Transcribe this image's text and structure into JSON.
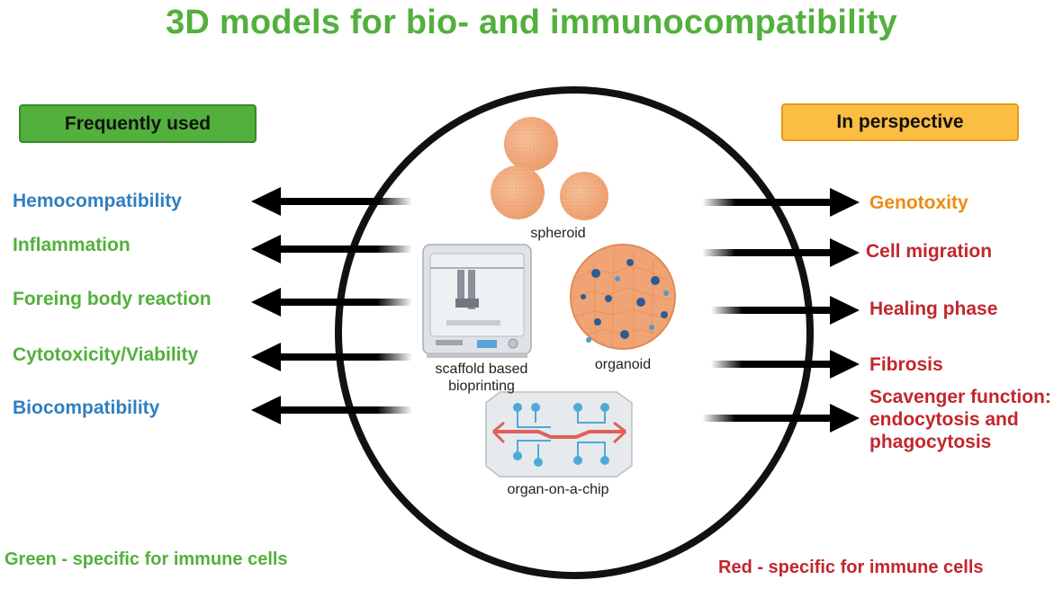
{
  "title": "3D models for bio- and immunocompatibility",
  "left_header": "Frequently used",
  "right_header": "In perspective",
  "left_items": [
    {
      "label": "Hemocompatibility",
      "color": "#2f7fc1"
    },
    {
      "label": "Inflammation",
      "color": "#52b03c"
    },
    {
      "label": "Foreing body reaction",
      "color": "#52b03c"
    },
    {
      "label": "Cytotoxicity/Viability",
      "color": "#52b03c"
    },
    {
      "label": "Biocompatibility",
      "color": "#2f7fc1"
    }
  ],
  "right_items": [
    {
      "label": "Genotoxity",
      "color": "#ee8a12"
    },
    {
      "label": "Cell migration",
      "color": "#c1272d"
    },
    {
      "label": "Healing phase",
      "color": "#c1272d"
    },
    {
      "label": "Fibrosis",
      "color": "#c1272d"
    },
    {
      "label_lines": [
        "Scavenger function:",
        "endocytosis and",
        "phagocytosis"
      ],
      "color": "#c1272d"
    }
  ],
  "models": {
    "spheroid": "spheroid",
    "scaffold_line1": "scaffold based",
    "scaffold_line2": "bioprinting",
    "organoid": "organoid",
    "chip": "organ-on-a-chip"
  },
  "footer_left": "Green - specific for immune cells",
  "footer_right": "Red - specific for immune cells",
  "colors": {
    "green": "#52b03c",
    "orange": "#fbbd42",
    "blue": "#2f7fc1",
    "red": "#c1272d",
    "spheroid": "#f2a878",
    "organoid": "#f0a374",
    "chip_channel_red": "#e0605a",
    "chip_channel_blue": "#4fa9d6"
  }
}
